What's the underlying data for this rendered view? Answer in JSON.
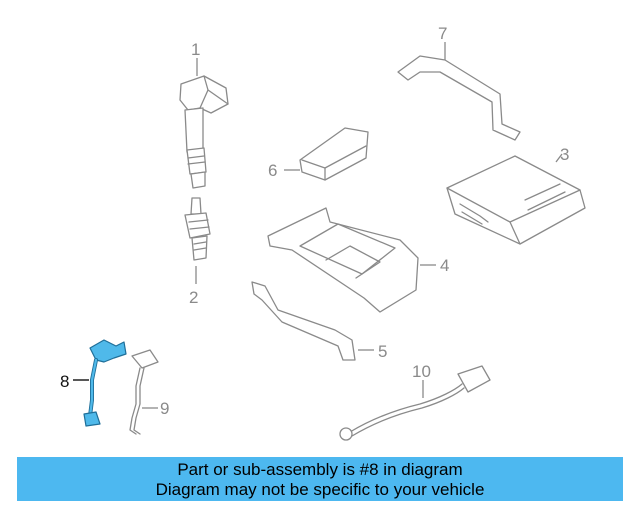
{
  "callouts": {
    "c1": "1",
    "c2": "2",
    "c3": "3",
    "c4": "4",
    "c5": "5",
    "c6": "6",
    "c7": "7",
    "c8": "8",
    "c9": "9",
    "c10": "10"
  },
  "banner": {
    "line1": "Part or sub-assembly is #8 in diagram",
    "line2": "Diagram may not be specific to your vehicle"
  },
  "colors": {
    "highlight": "#4fb9ea",
    "banner": "#4db8f0",
    "line_art": "#8a8a8a"
  }
}
